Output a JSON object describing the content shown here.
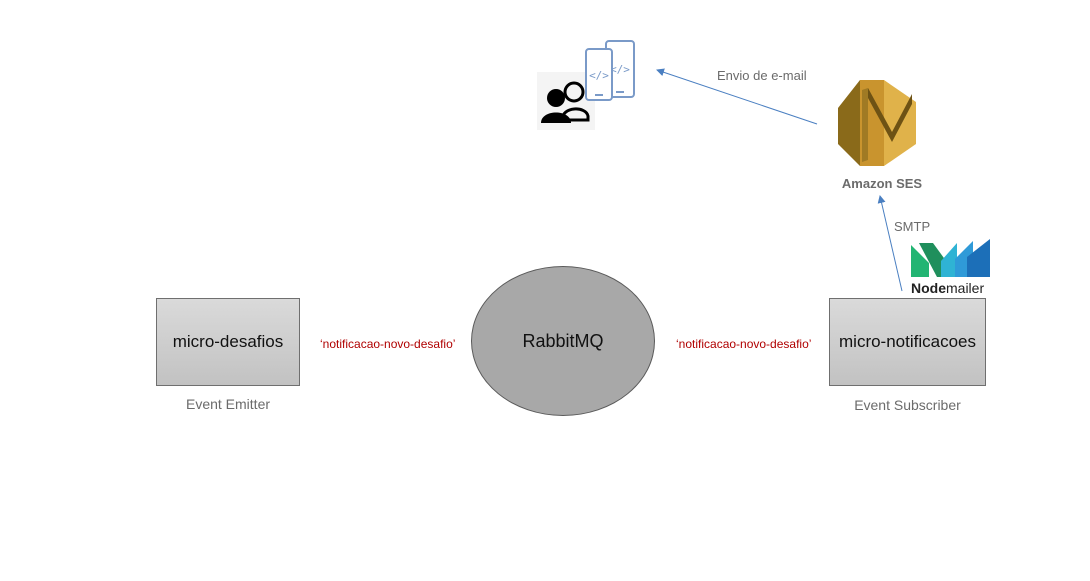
{
  "nodes": {
    "emitter": {
      "label": "micro-desafios",
      "caption": "Event Emitter"
    },
    "broker": {
      "label": "RabbitMQ"
    },
    "subscriber": {
      "label": "micro-notificacoes",
      "caption": "Event Subscriber"
    }
  },
  "edges": {
    "emitter_to_broker": "‘notificacao-novo-desafio’",
    "broker_to_subscriber": "‘notificacao-novo-desafio’",
    "smtp": "SMTP",
    "email": "Envio de e-mail"
  },
  "services": {
    "ses": {
      "label": "Amazon SES"
    },
    "nodemailer": {
      "label_bold": "Node",
      "label_rest": "mailer"
    }
  },
  "colors": {
    "arrow": "#4a7fc1",
    "event_label": "#b00000",
    "ses_gold": "#c9942e",
    "nodemailer_green": "#22b573",
    "nodemailer_blue": "#2f9ad8",
    "device_blue": "#7a9ac8"
  },
  "icons": [
    "users-icon",
    "mobile-devices-code-icon",
    "amazon-ses-logo",
    "nodemailer-logo"
  ]
}
